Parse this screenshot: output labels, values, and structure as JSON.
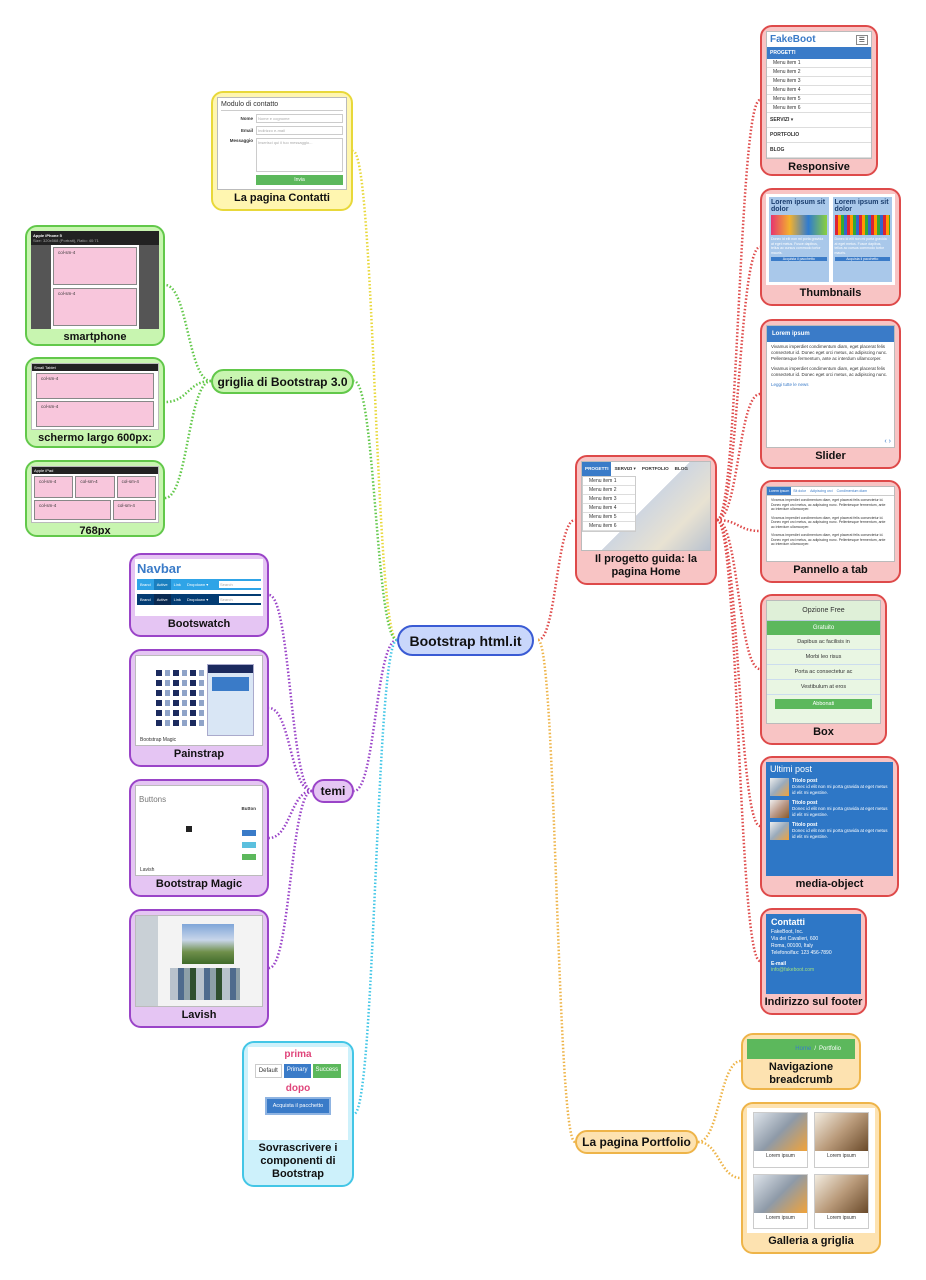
{
  "root": {
    "label": "Bootstrap html.it"
  },
  "branches": {
    "home": {
      "label": "Il progetto guida: la pagina Home",
      "nav_items": [
        "PROGETTI",
        "SERVIZI ▾",
        "PORTFOLIO",
        "BLOG"
      ],
      "menu_items": [
        "Menu item 1",
        "Menu item 2",
        "Menu item 3",
        "Menu item 4",
        "Menu item 5",
        "Menu item 6"
      ],
      "children": {
        "responsive": {
          "label": "Responsive",
          "brand": "FakeBoot",
          "section": "PROGETTI",
          "items": [
            "Menu item 1",
            "Menu item 2",
            "Menu item 3",
            "Menu item 4",
            "Menu item 5",
            "Menu item 6"
          ],
          "extra": [
            "SERVIZI ▾",
            "PORTFOLIO",
            "BLOG"
          ]
        },
        "thumbnails": {
          "label": "Thumbnails",
          "card_title": "Lorem ipsum sit dolor",
          "card_text": "Donec id elit non mi porta gravida at eget metus. Fusce dapibus, tellus ac cursus commodo tortor mauris.",
          "card_button": "Acquista il pacchetto"
        },
        "slider": {
          "label": "Slider",
          "header": "Lorem ipsum",
          "p1": "Vivamus imperdiet condimentum diam, eget placerat felis consectetur id. Donec eget orci metus, ac adipiscing nunc. Pellentesque fermentum, ante ac interdum ullamcorper.",
          "p2": "Vivamus imperdiet condimentum diam, eget placerat felis consectetur id. Donec eget orci metus, ac adipiscing nunc.",
          "link": "Leggi tutte le news"
        },
        "tabs": {
          "label": "Pannello a tab",
          "tab_names": [
            "Lorem ipsum",
            "Sit dolor",
            "Adipiscing orci",
            "Condimentum diam"
          ],
          "para": "Vivamus imperdiet condimentum diam, eget placerat felis consectetur id. Donec eget orci metus, ac adipiscing nunc. Pellentesque fermentum, ante ac interdum ullamcorper."
        },
        "box": {
          "label": "Box",
          "title": "Opzione Free",
          "price": "Gratuito",
          "rows": [
            "Dapibus ac facilisis in",
            "Morbi leo risus",
            "Porta ac consectetur ac",
            "Vestibulum at eros"
          ],
          "button": "Abbonati"
        },
        "media": {
          "label": "media-object",
          "title": "Ultimi post",
          "posts": [
            {
              "title": "Titolo post",
              "text": "Donec id elit non mi porta gravida at eget metus id elit mi egestine."
            },
            {
              "title": "Titolo post",
              "text": "Donec id elit non mi porta gravida at eget metus id elit mi egestine."
            },
            {
              "title": "Titolo post",
              "text": "Donec id elit non mi porta gravida at eget metus id elit mi egestine."
            }
          ]
        },
        "footer": {
          "label": "Indirizzo sul footer",
          "title": "Contatti",
          "lines": [
            "FakeBoot, Inc.",
            "Via dei Cavalieri, 600",
            "Roma, 00100, Italy",
            "Telefono/fax: 123 456-7890"
          ],
          "email_label": "E-mail",
          "email": "info@fakeboot.com"
        }
      }
    },
    "contatti": {
      "label": "La pagina Contatti",
      "form_title": "Modulo di contatto",
      "fields": [
        {
          "name": "Nome",
          "ph": "Nome e cognome"
        },
        {
          "name": "Email",
          "ph": "Indirizzo e-mail"
        },
        {
          "name": "Messaggio",
          "ph": "Inserisci qui il tuo messaggio..."
        }
      ],
      "button": "Invia"
    },
    "grid": {
      "label": "griglia di Bootstrap 3.0",
      "children": {
        "smartphone": {
          "label": "smartphone",
          "device": "Apple iPhone 5",
          "info": "Size: 320x568 (Portrait), Ratio: 40:71",
          "cells": [
            "col-sm-4",
            "col-sm-4"
          ]
        },
        "wide": {
          "label": "schermo largo 600px:",
          "device": "Small Tablet",
          "cells": [
            "col-sm-4",
            "col-sm-4"
          ]
        },
        "px768": {
          "label": "768px",
          "device": "Apple iPad",
          "cells": [
            "col-sm-4",
            "col-sm-4",
            "col-sm-4",
            "col-sm-4",
            "col-sm-4"
          ]
        }
      }
    },
    "temi": {
      "label": "temi",
      "children": {
        "bootswatch": {
          "label": "Bootswatch",
          "title": "Navbar",
          "items": [
            "Brand",
            "Active",
            "Link",
            "Dropdown ▾"
          ],
          "search": "Search"
        },
        "painstrap": {
          "label": "Painstrap",
          "caption": "Bootstrap Magic"
        },
        "magic": {
          "label": "Bootstrap Magic",
          "heading": "Buttons",
          "side": "Button",
          "footer": "Lavish"
        },
        "lavish": {
          "label": "Lavish"
        }
      }
    },
    "override": {
      "label": "Sovrascrivere i componenti di Bootstrap",
      "before": "prima",
      "after": "dopo",
      "buttons": [
        "Default",
        "Primary",
        "Success"
      ],
      "buy": "Acquista il pacchetto"
    },
    "portfolio": {
      "label": "La pagina Portfolio",
      "children": {
        "breadcrumb": {
          "label": "Navigazione breadcrumb",
          "home": "Home",
          "sep": "/",
          "current": "Portfolio"
        },
        "gallery": {
          "label": "Galleria a griglia",
          "captions": [
            "Lorem ipsum",
            "Lorem ipsum",
            "Lorem ipsum",
            "Lorem ipsum"
          ]
        }
      }
    }
  },
  "colors": {
    "red": "#de4a4a",
    "yellow": "#e8d83a",
    "green": "#62c84a",
    "purple": "#9a44c8",
    "cyan": "#43c6e6",
    "orange": "#eeb449",
    "root": "#3a5bd4"
  }
}
